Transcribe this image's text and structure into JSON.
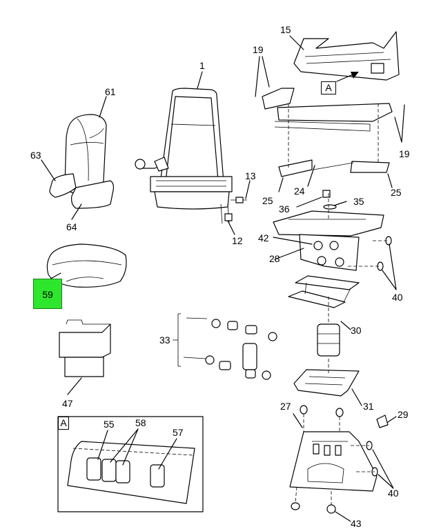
{
  "callouts": {
    "c1": "1",
    "c12": "12",
    "c13": "13",
    "c15": "15",
    "c19a": "19",
    "c19b": "19",
    "c24": "24",
    "c25a": "25",
    "c25b": "25",
    "c27": "27",
    "c28": "28",
    "c29": "29",
    "c30": "30",
    "c31": "31",
    "c33": "33",
    "c35": "35",
    "c36": "36",
    "c40a": "40",
    "c40b": "40",
    "c42": "42",
    "c43": "43",
    "c47": "47",
    "c55": "55",
    "c57": "57",
    "c58": "58",
    "c59": "59",
    "c61": "61",
    "c63": "63",
    "c64": "64"
  },
  "detail_refs": {
    "top": "A",
    "inset": "A"
  },
  "colors": {
    "highlight": "#2ee62e",
    "line": "#000000",
    "background": "#ffffff"
  }
}
